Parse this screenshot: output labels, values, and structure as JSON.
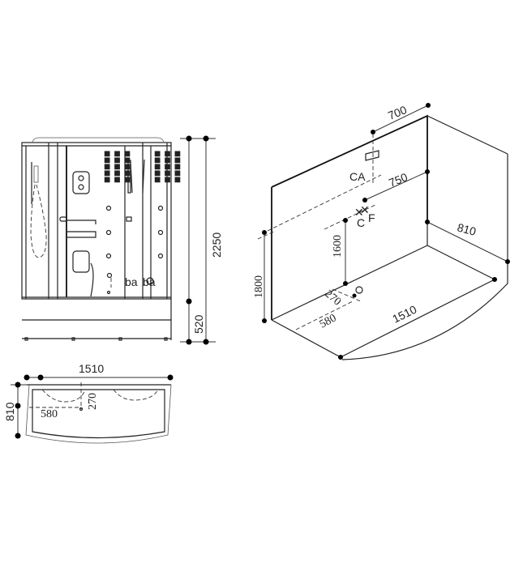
{
  "diagram": {
    "subject": "Shower cabin technical drawing",
    "front_view": {
      "dimensions": {
        "total_height": "2250",
        "base_height": "520"
      }
    },
    "top_view": {
      "dimensions": {
        "width": "1510",
        "depth": "810",
        "drain_offset_x": "580",
        "drain_offset_y": "270"
      }
    },
    "isometric_view": {
      "dimensions": {
        "top_offset": "700",
        "mixer_offset": "750",
        "depth": "810",
        "wall_height": "1800",
        "connection_height": "1600",
        "drain_offset_y": "270",
        "drain_offset_x": "580",
        "width": "1510"
      },
      "connection_labels": {
        "ca": "CA",
        "c": "C",
        "f": "F"
      }
    }
  }
}
